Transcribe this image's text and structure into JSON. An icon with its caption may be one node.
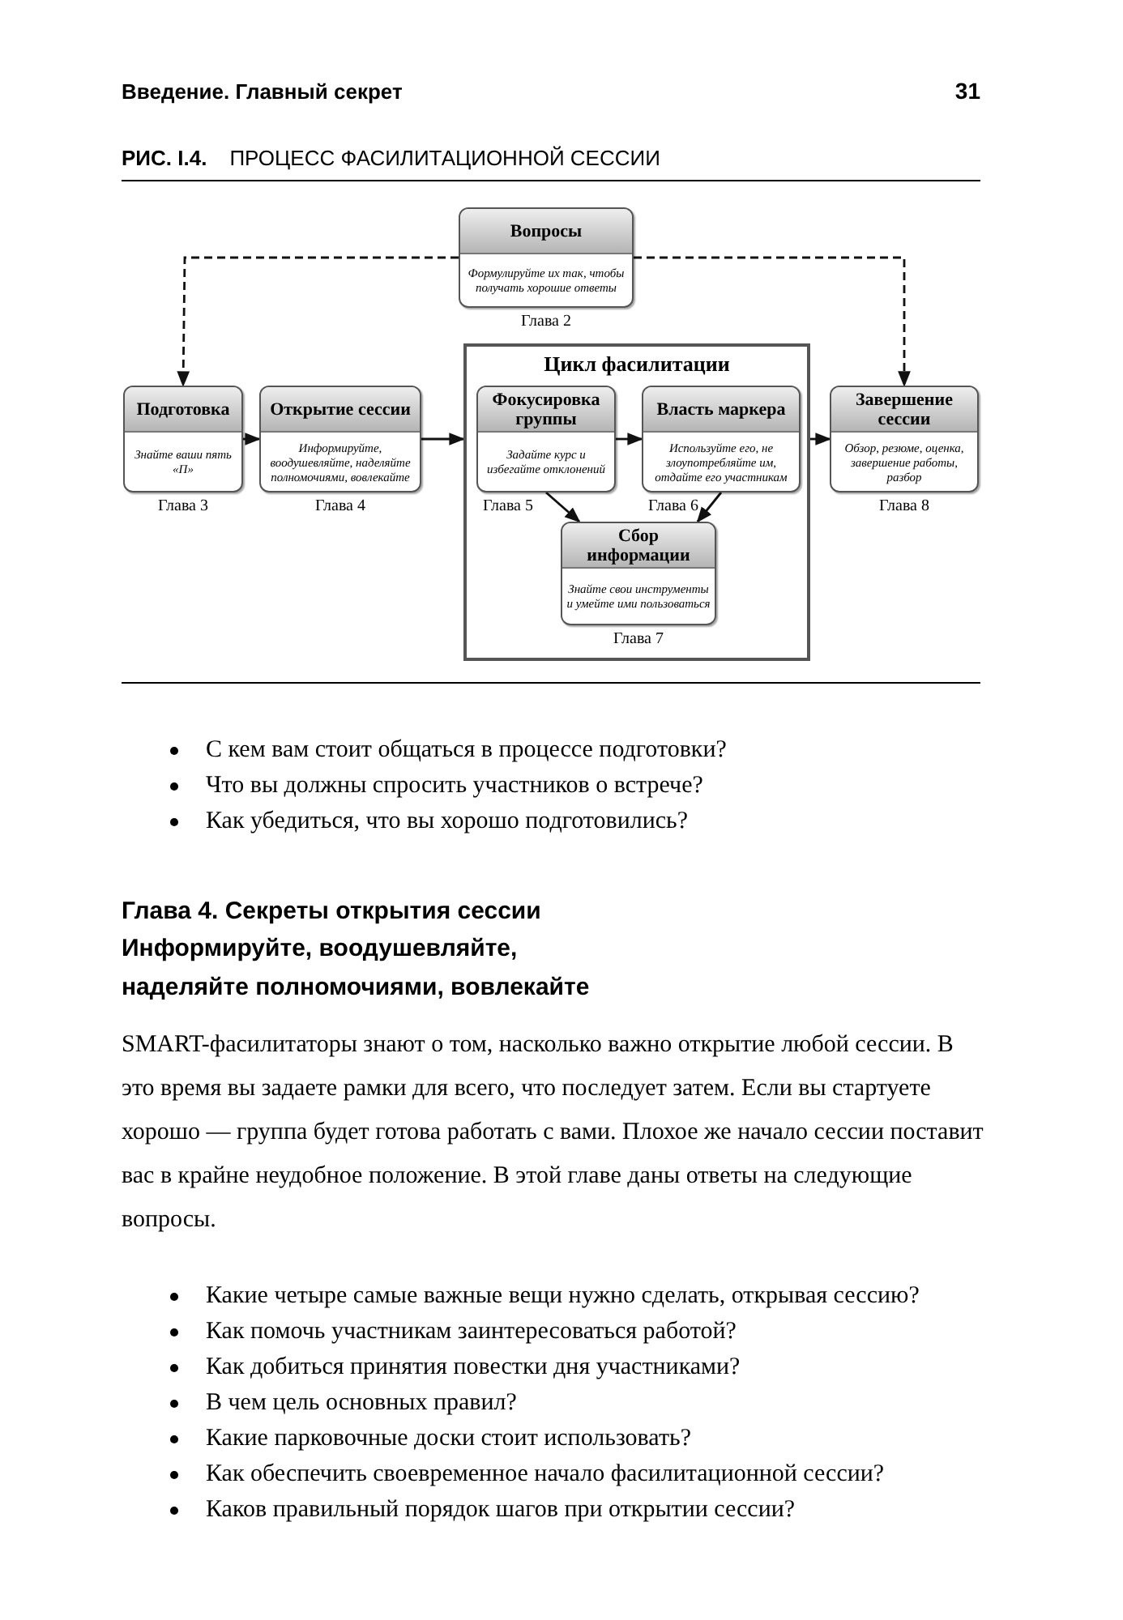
{
  "diagram": {
    "title": "ПРОЦЕСС ФАСИЛИТАЦИОННОЙ СЕССИИ",
    "nodes": [
      {
        "text": [
          "Вопросы",
          "Формулируйте их так, чтобы получать хорошие ответы"
        ],
        "beside": [
          "Глава 2"
        ]
      },
      {
        "text": [
          "Подготовка",
          "Знайте ваши пять «П»"
        ],
        "beside": [
          "Глава 3"
        ]
      },
      {
        "text": [
          "Открытие сессии",
          "Информируйте, воодушевляйте, наделяйте полномочиями, вовлекайте"
        ],
        "beside": [
          "Глава 4"
        ]
      },
      {
        "text": [
          "Цикл фасилитации"
        ]
      },
      {
        "text": [
          "Фокусировка группы",
          "Задайте курс и избегайте отклонений"
        ],
        "beside": [
          "Глава 5"
        ],
        "in": 3
      },
      {
        "text": [
          "Власть маркера",
          "Используйте его, не злоупотребляйте им, отдайте его участникам"
        ],
        "beside": [
          "Глава 6"
        ],
        "in": 3
      },
      {
        "text": [
          "Сбор информации",
          "Знайте свои инструменты и умейте ими пользоваться"
        ],
        "beside": [
          "Глава 7"
        ],
        "in": 3
      },
      {
        "text": [
          "Завершение сессии",
          "Обзор, резюме, оценка, завершение работы, разбор"
        ],
        "beside": [
          "Глава 8"
        ]
      }
    ],
    "edges": [
      {
        "from": 0,
        "to": 1,
        "arrow": "to",
        "style": "dashed"
      },
      {
        "from": 0,
        "to": 7,
        "arrow": "to",
        "style": "dashed"
      },
      {
        "from": 1,
        "to": 2,
        "arrow": "to"
      },
      {
        "from": 2,
        "to": 3,
        "arrow": "to"
      },
      {
        "from": 4,
        "to": 5,
        "arrow": "to"
      },
      {
        "from": 3,
        "to": 7,
        "arrow": "to"
      },
      {
        "from": 4,
        "to": 6,
        "arrow": "to"
      },
      {
        "from": 5,
        "to": 6,
        "arrow": "to"
      }
    ],
    "labels": [
      "Введение. Главный секрет",
      "31",
      "РИС. I.4.",
      "С кем вам стоит общаться в процессе подготовки?",
      "Что вы должны спросить участников о встрече?",
      "Как убедиться, что вы хорошо подготовились?",
      "Глава 4. Секреты открытия сессии",
      "Информируйте, воодушевляйте, наделяйте полномочиями, вовлекайте",
      "SMART-фасилитаторы знают о том, насколько важно открытие любой сессии. В это время вы задаете рамки для всего, что последует затем. Если вы стартуете хорошо — группа будет готова работать с вами. Плохое же начало сессии поставит вас в крайне неудобное положение. В этой главе даны ответы на следующие вопросы.",
      "Какие четыре самые важные вещи нужно сделать, открывая сессию?",
      "Как помочь участникам заинтересоваться работой?",
      "Как добиться принятия повестки дня участниками?",
      "В чем цель основных правил?",
      "Какие парковочные доски стоит использовать?",
      "Как обеспечить своевременное начало фасилитационной сессии?",
      "Каков правильный порядок шагов при открытии сессии?"
    ]
  }
}
